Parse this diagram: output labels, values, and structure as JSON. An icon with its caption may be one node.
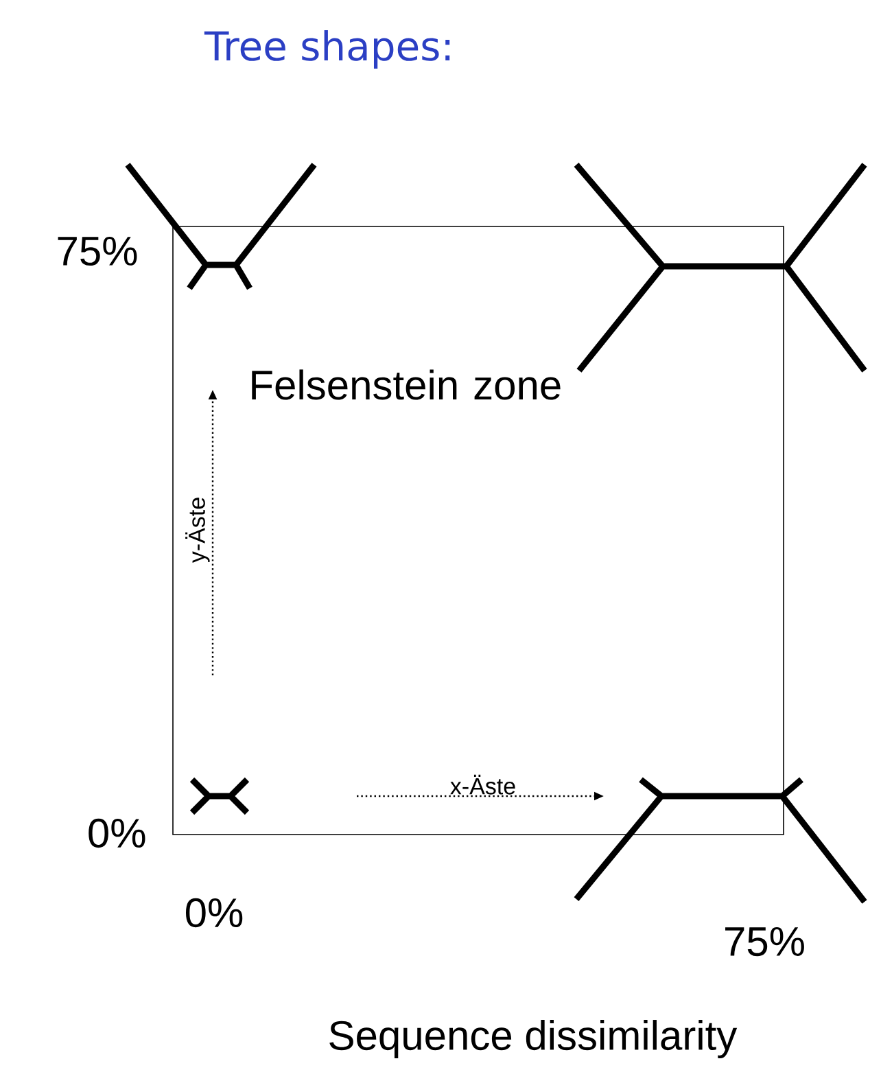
{
  "diagram": {
    "title": "Tree shapes:",
    "labels": [
      "75%",
      "Felsenstein zone",
      "y-Äste",
      "x-Äste",
      "0%",
      "0%",
      "75%",
      "Sequence dissimilarity"
    ]
  }
}
